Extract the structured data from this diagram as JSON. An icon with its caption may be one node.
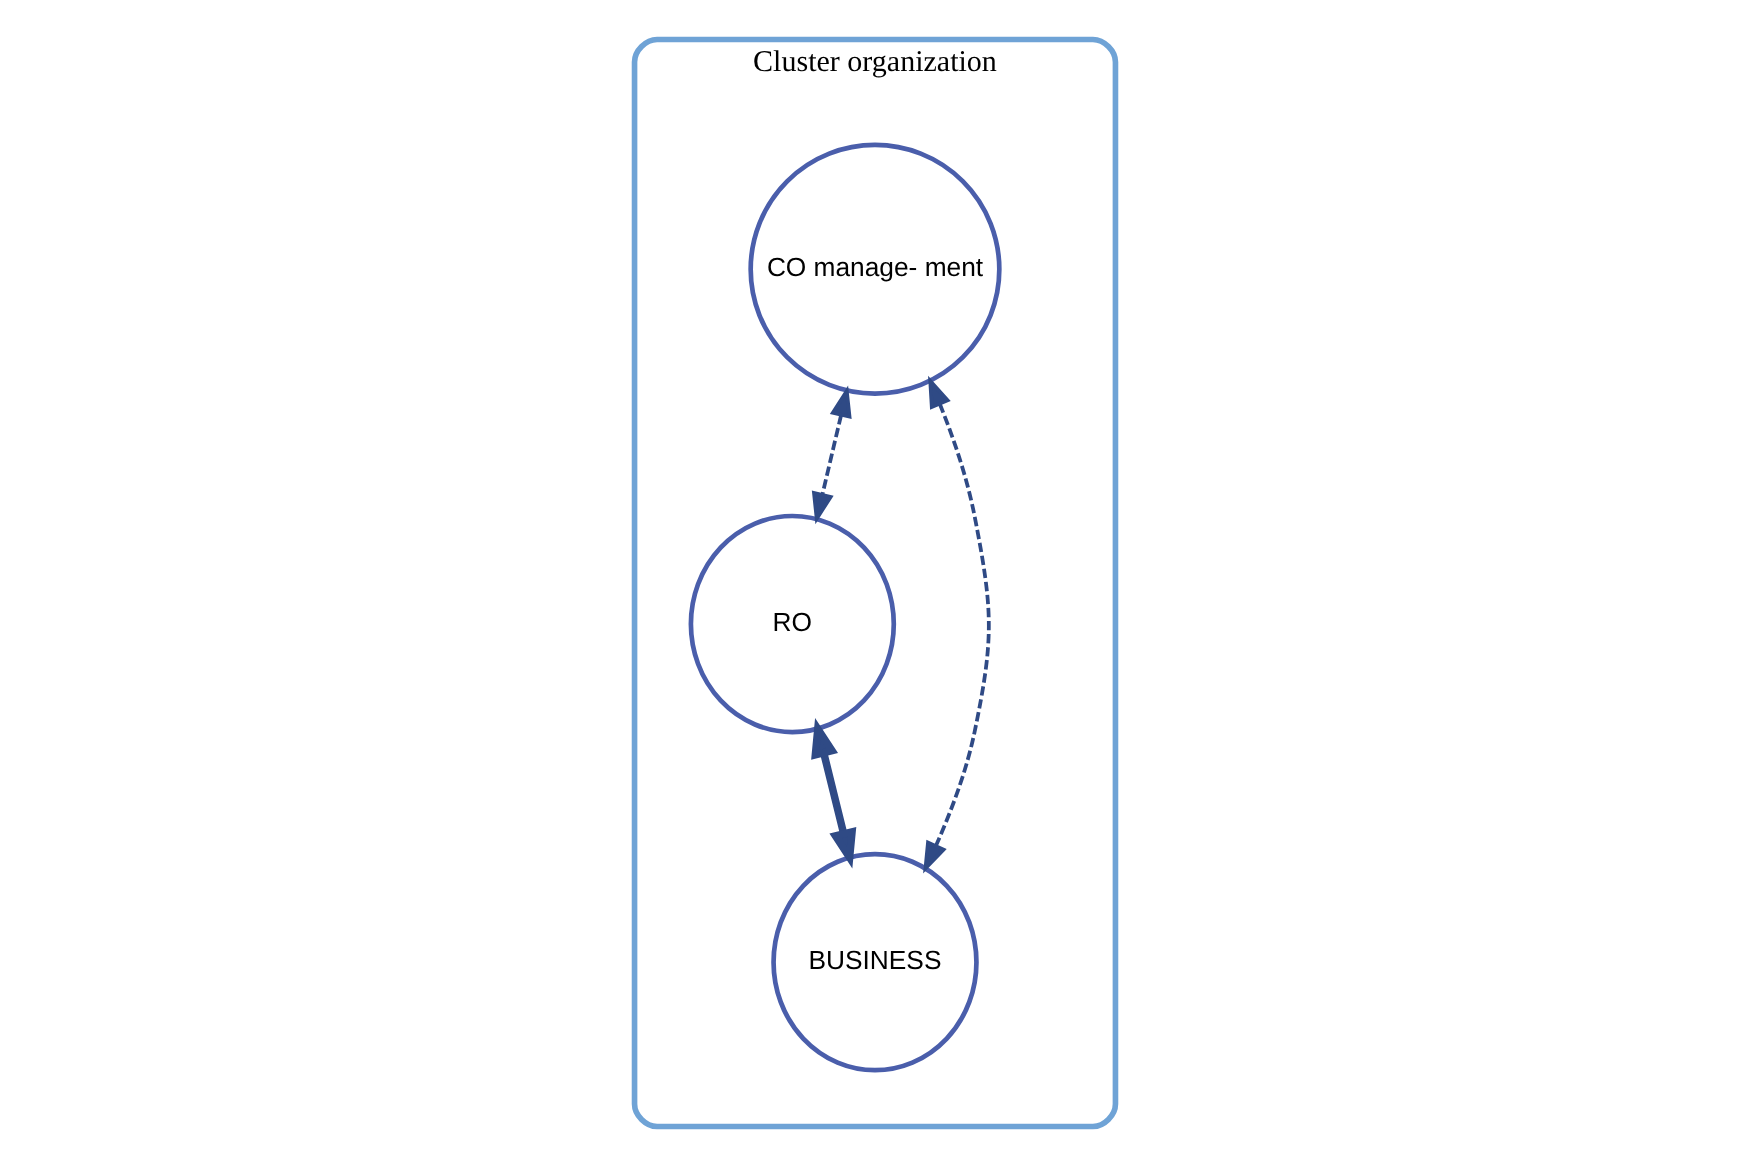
{
  "diagram": {
    "nodes": [
      {
        "text": [
          "Cluster organization"
        ]
      },
      {
        "text": [
          "CO manage- ment"
        ],
        "in": 0
      },
      {
        "text": [
          "RO"
        ],
        "in": 0
      },
      {
        "text": [
          "BUSINESS"
        ],
        "in": 0
      }
    ],
    "edges": [
      {
        "from": 1,
        "to": 2,
        "arrow": "both",
        "style": "dashed"
      },
      {
        "from": 1,
        "to": 3,
        "arrow": "both",
        "style": "dashed"
      },
      {
        "from": 2,
        "to": 3,
        "arrow": "both",
        "style": "thick"
      }
    ]
  }
}
